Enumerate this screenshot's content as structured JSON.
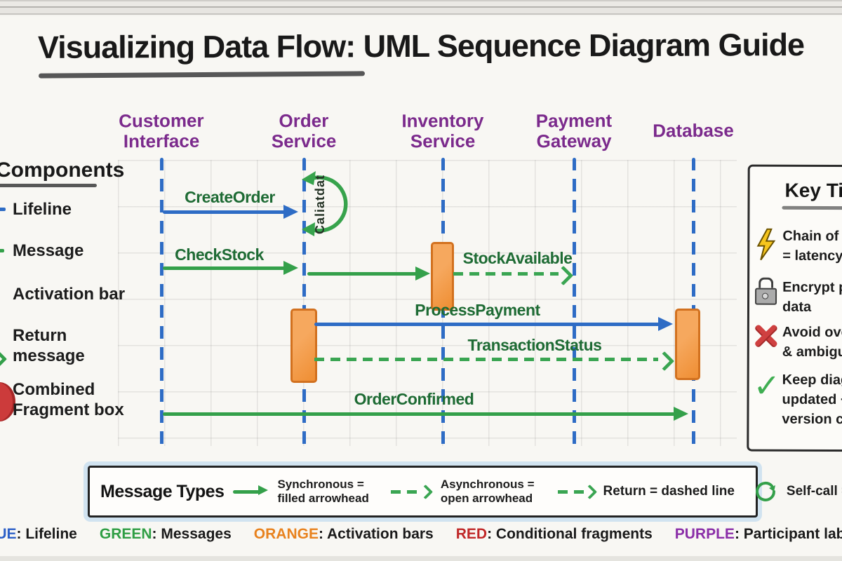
{
  "title": "Visualizing Data Flow: UML Sequence Diagram Guide",
  "participants": [
    {
      "lines": [
        "Customer",
        "Interface"
      ]
    },
    {
      "lines": [
        "Order",
        "Service"
      ]
    },
    {
      "lines": [
        "Inventory",
        "Service"
      ]
    },
    {
      "lines": [
        "Payment",
        "Gateway"
      ]
    },
    {
      "lines": [
        "Database"
      ]
    }
  ],
  "components_panel": {
    "header": "Components",
    "items": [
      {
        "label": "Lifeline"
      },
      {
        "label": "Message"
      },
      {
        "label": "Activation bar"
      },
      {
        "label": "Return message"
      },
      {
        "label": "Combined Fragment box"
      }
    ]
  },
  "messages": [
    {
      "label": "CreateOrder",
      "type": "synchronous"
    },
    {
      "label": "CheckStock",
      "type": "synchronous"
    },
    {
      "label": "StockAvailable",
      "type": "return"
    },
    {
      "label": "ProcessPayment",
      "type": "synchronous"
    },
    {
      "label": "TransactionStatus",
      "type": "return"
    },
    {
      "label": "OrderConfirmed",
      "type": "synchronous"
    }
  ],
  "self_call": {
    "label": "Caliatdat",
    "type": "self-call"
  },
  "key_tips": {
    "header": "Key Tip",
    "items": [
      {
        "icon": "lightning-icon",
        "lines": [
          "Chain of sy",
          "= latency"
        ]
      },
      {
        "icon": "lock-icon",
        "lines": [
          "Encrypt pa",
          "data"
        ]
      },
      {
        "icon": "cross-icon",
        "lines": [
          "Avoid overc",
          "& ambiguou"
        ]
      },
      {
        "icon": "check-icon",
        "lines": [
          "Keep diagra",
          "updated + u",
          "version con"
        ]
      }
    ]
  },
  "message_types": {
    "title": "Message Types",
    "items": [
      {
        "icon": "solid-arrow-icon",
        "lines": [
          "Synchronous =",
          "filled arrowhead"
        ]
      },
      {
        "icon": "dashed-arrow-icon",
        "lines": [
          "Asynchronous =",
          "open arrowhead"
        ]
      },
      {
        "icon": "dashed-arrow-icon",
        "lines": [
          "Return = dashed line"
        ]
      },
      {
        "icon": "circular-arrow-icon",
        "lines": [
          "Self-call = circular arrow"
        ]
      }
    ]
  },
  "color_legend": [
    {
      "word": "BLUE",
      "rest": ": Lifeline",
      "hex": "#2b5fc7"
    },
    {
      "word": "GREEN",
      "rest": ": Messages",
      "hex": "#2f9e44"
    },
    {
      "word": "ORANGE",
      "rest": ": Activation bars",
      "hex": "#e8821e"
    },
    {
      "word": "RED",
      "rest": ": Conditional fragments",
      "hex": "#c02828"
    },
    {
      "word": "PURPLE",
      "rest": ": Participant labels",
      "hex": "#8b2fa8"
    }
  ],
  "colors": {
    "lifeline_blue": "#2e6cc5",
    "message_green": "#34a04a",
    "label_green": "#1e6b34",
    "activation_orange": "#ef8e33",
    "participant_purple": "#7b2a8c"
  }
}
